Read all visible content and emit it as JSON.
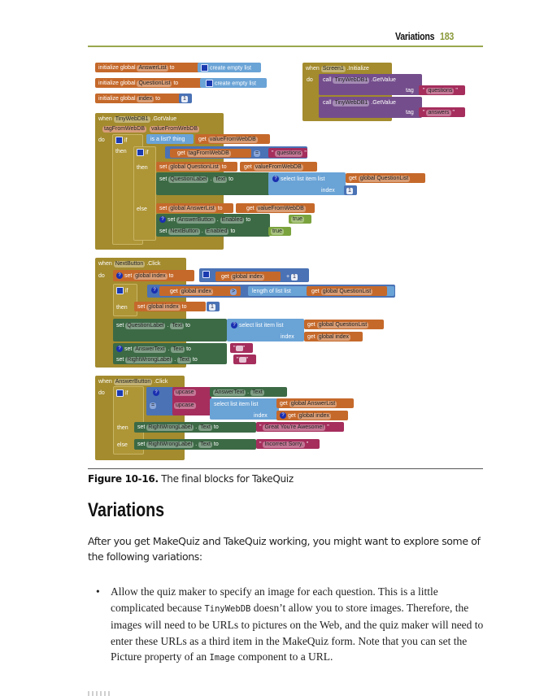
{
  "header": {
    "section": "Variations",
    "page_number": "183"
  },
  "figure": {
    "globals": [
      {
        "prefix": "initialize global",
        "name": "AnswerList",
        "to": "to",
        "value": "create empty list"
      },
      {
        "prefix": "initialize global",
        "name": "QuestionList",
        "to": "to",
        "value": "create empty list"
      },
      {
        "prefix": "initialize global",
        "name": "index",
        "to": "to",
        "value": "1"
      }
    ],
    "screen_init": {
      "when": "when",
      "component": "Screen1",
      "event": ".Initialize",
      "do": "do",
      "calls": [
        {
          "call": "call",
          "component": "TinyWebDB1",
          "method": ".GetValue",
          "tag_label": "tag",
          "tag": "questions"
        },
        {
          "call": "call",
          "component": "TinyWebDB1",
          "method": ".GetValue",
          "tag_label": "tag",
          "tag": "answers"
        }
      ]
    },
    "got_value": {
      "when": "when",
      "component": "TinyWebDB1",
      "event": ".GotValue",
      "param1": "tagFromWebDB",
      "param2": "valueFromWebDB",
      "do": "do",
      "if": "if",
      "then": "then",
      "else": "else",
      "is_list": "is a list?  thing",
      "get": "get",
      "value_var": "valueFromWebDB",
      "tag_var": "tagFromWebDB",
      "eq": "=",
      "questions": "questions",
      "set": "set",
      "global_question_list": "global QuestionList",
      "to": "to",
      "question_label": "QuestionLabel",
      "dot": ".",
      "text_prop": "Text",
      "select_item": "select list item  list",
      "index_label": "index",
      "one": "1",
      "global_answer_list": "global AnswerList",
      "answer_button": "AnswerButton",
      "enabled": "Enabled",
      "true_val": "true",
      "next_button": "NextButton"
    },
    "next_click": {
      "when": "when",
      "component": "NextButton",
      "event": ".Click",
      "do": "do",
      "set": "set",
      "global_index": "global index",
      "to": "to",
      "get": "get",
      "plus": "+",
      "one": "1",
      "if": "if",
      "then": "then",
      "gt": ">",
      "length_of_list": "length of list  list",
      "global_question_list": "global QuestionList",
      "question_label": "QuestionLabel",
      "text_prop": "Text",
      "select_item": "select list item  list",
      "index_label": "index",
      "answer_text": "AnswerText",
      "right_wrong": "RightWrongLabel"
    },
    "answer_click": {
      "when": "when",
      "component": "AnswerButton",
      "event": ".Click",
      "do": "do",
      "if": "if",
      "upcase": "upcase",
      "answer_text": "AnswerText",
      "text_prop": "Text",
      "eq": "=",
      "select_item": "select list item  list",
      "get": "get",
      "global_answer_list": "global AnswerList",
      "index_label": "index",
      "global_index": "global index",
      "then": "then",
      "else": "else",
      "set": "set",
      "right_wrong": "RightWrongLabel",
      "to": "to",
      "great": "Great You're Awesome!",
      "incorrect": "Incorrect Sorry."
    }
  },
  "caption": {
    "label": "Figure 10-16.",
    "text": " The final blocks for TakeQuiz"
  },
  "heading": "Variations",
  "intro": "After you get MakeQuiz and TakeQuiz working, you might want to explore some of the following variations:",
  "bullets": [
    {
      "parts": [
        {
          "text": "Allow the quiz maker to specify an image for each question. This is a little complicated because "
        },
        {
          "code": "TinyWebDB"
        },
        {
          "text": " doesn’t allow you to store images. Therefore, the images will need to be URLs to pictures on the Web, and the quiz maker will need to enter these URLs as a third item in the MakeQuiz form. Note that you can set the Picture property of an "
        },
        {
          "code": "Image"
        },
        {
          "text": " component to a URL."
        }
      ]
    }
  ]
}
